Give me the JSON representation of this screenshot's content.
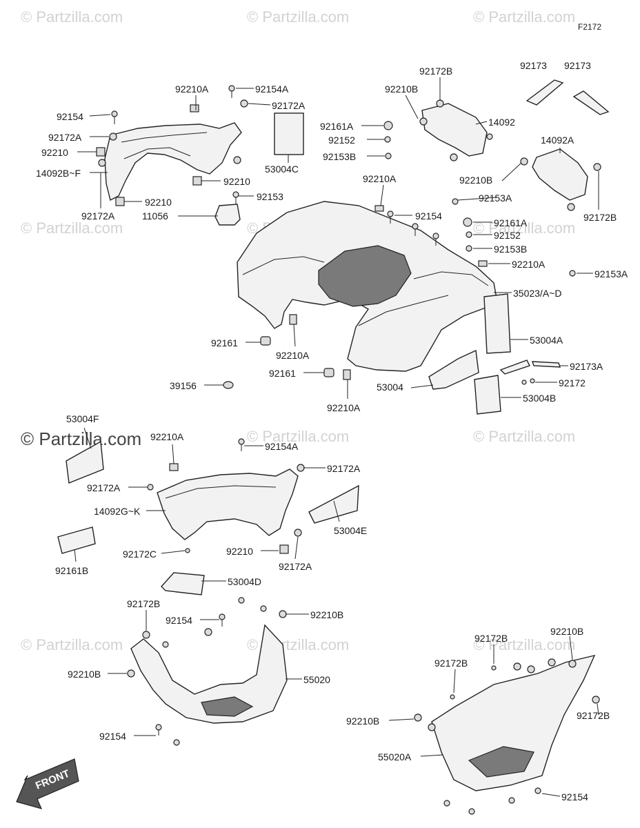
{
  "figure_code": "F2172",
  "watermark": {
    "text": "© Partzilla.com",
    "main_text": "© Partzilla.com"
  },
  "front_arrow": {
    "label": "FRONT"
  },
  "callouts": {
    "c1": "92210A",
    "c2": "92154A",
    "c3": "92172A",
    "c4": "92154",
    "c5": "92172A",
    "c6": "92210",
    "c7": "14092B~F",
    "c8": "92172A",
    "c9": "53004C",
    "c10": "92210",
    "c11": "92153",
    "c12": "92210",
    "c13": "11056",
    "c14": "92172B",
    "c15": "92210B",
    "c16": "92161A",
    "c17": "14092",
    "c18": "92152",
    "c19": "92153B",
    "c20": "92173",
    "c21": "92173",
    "c22": "14092A",
    "c23": "92210B",
    "c24": "92153A",
    "c25": "92172B",
    "c26": "92210A",
    "c27": "92154",
    "c28": "92161A",
    "c29": "92152",
    "c30": "92153B",
    "c31": "92210A",
    "c32": "92153A",
    "c33": "35023/A~D",
    "c34": "92161",
    "c35": "92210A",
    "c36": "53004A",
    "c37": "92173A",
    "c38": "92172",
    "c39": "92161",
    "c40": "53004",
    "c41": "53004B",
    "c42": "92210A",
    "c43": "39156",
    "c44": "53004F",
    "c45": "92210A",
    "c46": "92154A",
    "c47": "92172A",
    "c48": "92172A",
    "c49": "14092G~K",
    "c50": "53004E",
    "c51": "92172C",
    "c52": "92210",
    "c53": "92172A",
    "c54": "92161B",
    "c55": "53004D",
    "c56": "92172B",
    "c57": "92154",
    "c58": "92210B",
    "c59": "92210B",
    "c60": "55020",
    "c61": "92154",
    "c62": "92172B",
    "c63": "92210B",
    "c64": "92172B",
    "c65": "92172B",
    "c66": "92210B",
    "c67": "55020A",
    "c68": "92154"
  }
}
